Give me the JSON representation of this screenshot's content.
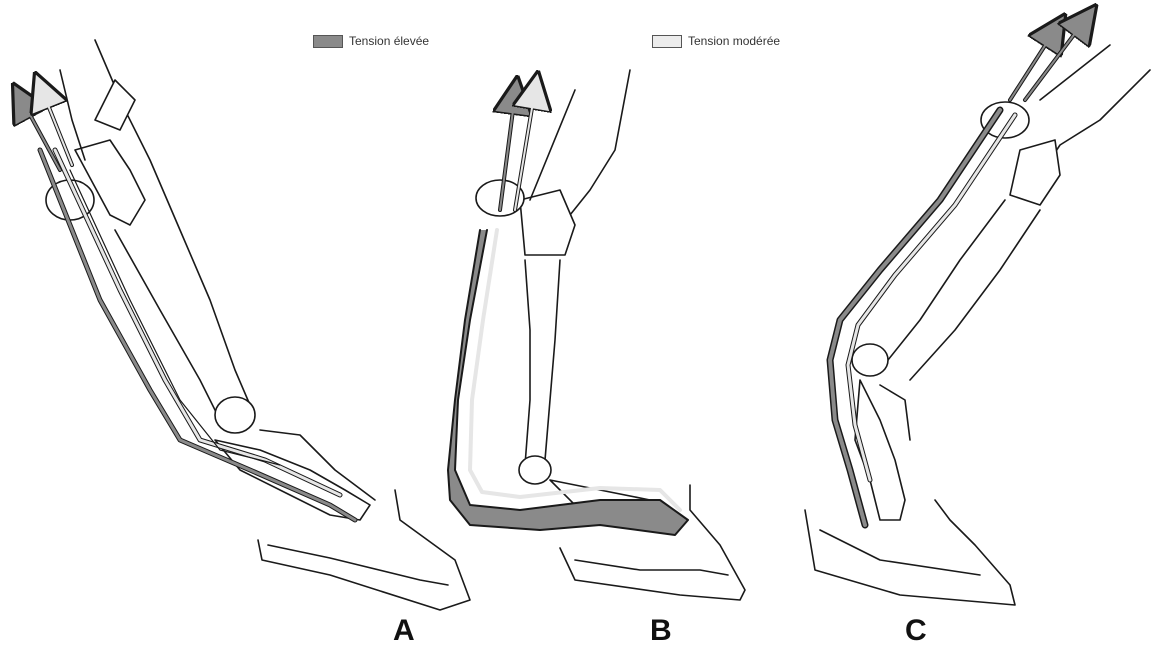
{
  "legend": {
    "high": {
      "label": "Tension élevée",
      "color": "#8a8a8a"
    },
    "moderate": {
      "label": "Tension modérée",
      "color": "#ececec"
    }
  },
  "panels": [
    {
      "label": "A"
    },
    {
      "label": "B"
    },
    {
      "label": "C"
    }
  ],
  "colors": {
    "ink": "#1a1a1a",
    "high": "#8a8a8a",
    "moderate": "#e6e6e6"
  }
}
